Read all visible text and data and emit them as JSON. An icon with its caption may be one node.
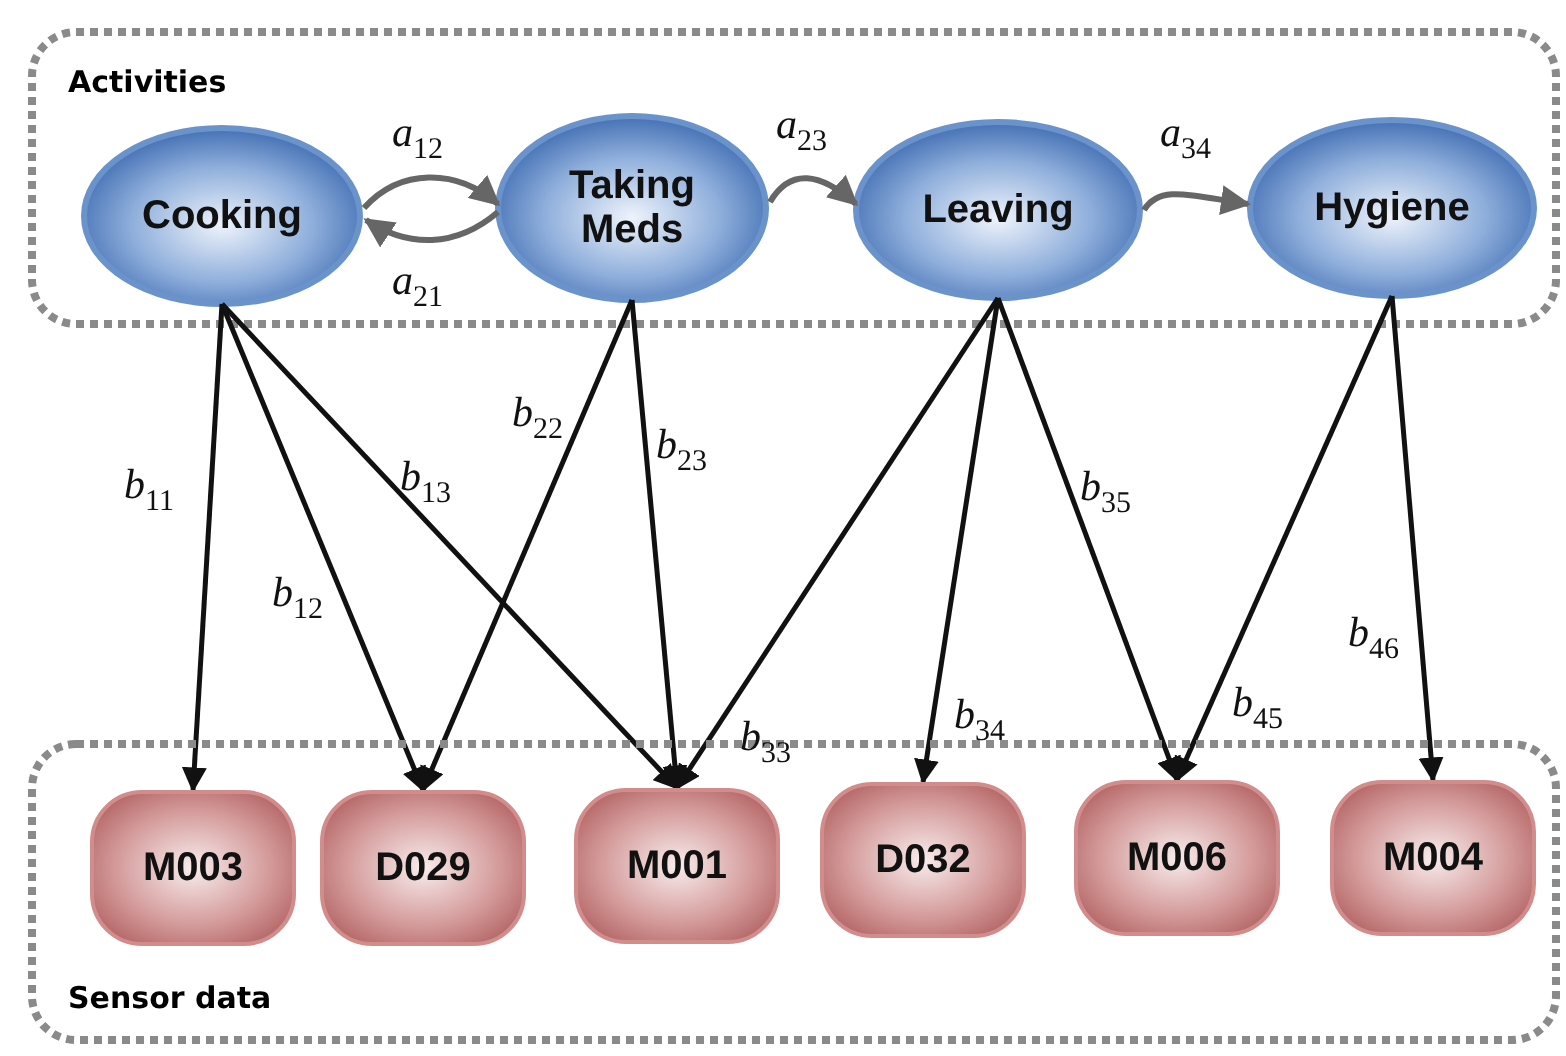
{
  "diagram": {
    "nodes": [
      {
        "text": [
          "Activities"
        ]
      },
      {
        "text": [
          "Cooking"
        ],
        "in": 0
      },
      {
        "text": [
          "Taking Meds"
        ],
        "in": 0
      },
      {
        "text": [
          "Leaving"
        ],
        "in": 0
      },
      {
        "text": [
          "Hygiene"
        ],
        "in": 0
      },
      {
        "text": [
          "Sensor data"
        ]
      },
      {
        "text": [
          "M003"
        ],
        "in": 5
      },
      {
        "text": [
          "D029"
        ],
        "in": 5
      },
      {
        "text": [
          "M001"
        ],
        "in": 5
      },
      {
        "text": [
          "D032"
        ],
        "in": 5
      },
      {
        "text": [
          "M006"
        ],
        "in": 5
      },
      {
        "text": [
          "M004"
        ],
        "in": 5
      }
    ],
    "edges": [
      {
        "from": 1,
        "to": 2,
        "arrow": "to",
        "label": "*a*$_{12}$",
        "color": "#666666"
      },
      {
        "from": 2,
        "to": 1,
        "arrow": "to",
        "label": "*a*$_{21}$",
        "color": "#666666"
      },
      {
        "from": 2,
        "to": 3,
        "arrow": "to",
        "label": "*a*$_{23}$",
        "color": "#666666"
      },
      {
        "from": 3,
        "to": 4,
        "arrow": "to",
        "label": "*a*$_{34}$",
        "color": "#666666"
      },
      {
        "from": 1,
        "to": 6,
        "arrow": "to",
        "label": "*b*$_{11}$"
      },
      {
        "from": 1,
        "to": 7,
        "arrow": "to",
        "label": "*b*$_{12}$"
      },
      {
        "from": 1,
        "to": 8,
        "arrow": "to",
        "label": "*b*$_{13}$"
      },
      {
        "from": 2,
        "to": 7,
        "arrow": "to",
        "label": "*b*$_{22}$"
      },
      {
        "from": 2,
        "to": 8,
        "arrow": "to",
        "label": "*b*$_{23}$"
      },
      {
        "from": 3,
        "to": 8,
        "arrow": "to",
        "label": "*b*$_{33}$"
      },
      {
        "from": 3,
        "to": 9,
        "arrow": "to",
        "label": "*b*$_{34}$"
      },
      {
        "from": 3,
        "to": 10,
        "arrow": "to",
        "label": "*b*$_{35}$"
      },
      {
        "from": 4,
        "to": 10,
        "arrow": "to",
        "label": "*b*$_{45}$"
      },
      {
        "from": 4,
        "to": 11,
        "arrow": "to",
        "label": "*b*$_{46}$"
      }
    ]
  }
}
